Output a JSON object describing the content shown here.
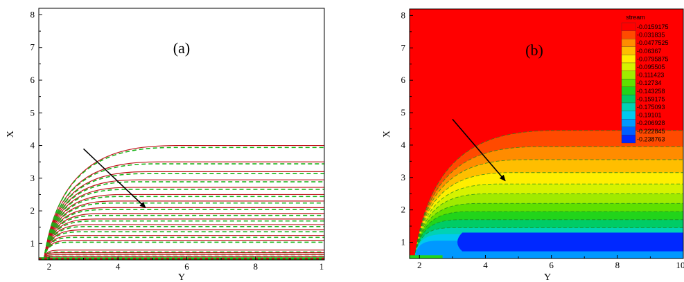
{
  "chart_data": [
    {
      "type": "contour-lines",
      "panel_label": "(a)",
      "xlabel": "Y",
      "ylabel": "X",
      "xlim": [
        1.7,
        10
      ],
      "ylim": [
        0.5,
        8.2
      ],
      "xticks": [
        "2",
        "4",
        "6",
        "8",
        "1"
      ],
      "yticks": [
        "1",
        "2",
        "3",
        "4",
        "5",
        "6",
        "7",
        "8"
      ],
      "line_colors": {
        "solid": "#c0141b",
        "dashed": "#19b419"
      },
      "contour_heights": [
        4.0,
        3.5,
        3.2,
        2.95,
        2.72,
        2.5,
        2.3,
        2.1,
        1.92,
        1.75,
        1.58,
        1.42,
        1.25,
        1.1,
        0.8,
        0.72,
        0.66,
        0.6,
        0.55
      ],
      "arrow": {
        "from": [
          3.0,
          3.9
        ],
        "to": [
          4.8,
          2.1
        ]
      }
    },
    {
      "type": "filled-contour",
      "panel_label": "(b)",
      "xlabel": "Y",
      "ylabel": "X",
      "xlim": [
        1.7,
        10
      ],
      "ylim": [
        0.5,
        8.2
      ],
      "xticks": [
        "2",
        "4",
        "6",
        "8",
        "10"
      ],
      "yticks": [
        "1",
        "2",
        "3",
        "4",
        "5",
        "6",
        "7",
        "8"
      ],
      "colorbar": {
        "title": "stream",
        "levels": [
          "-0.0159175",
          "-0.031835",
          "-0.0477525",
          "-0.06367",
          "-0.0795875",
          "-0.095505",
          "-0.111423",
          "-0.12734",
          "-0.143258",
          "-0.159175",
          "-0.175093",
          "-0.19101",
          "-0.206928",
          "-0.222845",
          "-0.238763"
        ],
        "colors": [
          "#ff0000",
          "#ff4a00",
          "#ff8c00",
          "#ffbe00",
          "#ffee00",
          "#d6f200",
          "#a0ea00",
          "#5fe000",
          "#22d41a",
          "#00cc66",
          "#00d2b4",
          "#00c8f0",
          "#0098ff",
          "#0060ff",
          "#0028ff"
        ]
      },
      "contour_heights": [
        4.45,
        3.95,
        3.55,
        3.15,
        2.8,
        2.5,
        2.2,
        1.95,
        1.7,
        1.45
      ],
      "arrow": {
        "from": [
          3.0,
          4.8
        ],
        "to": [
          4.6,
          2.9
        ]
      }
    }
  ]
}
